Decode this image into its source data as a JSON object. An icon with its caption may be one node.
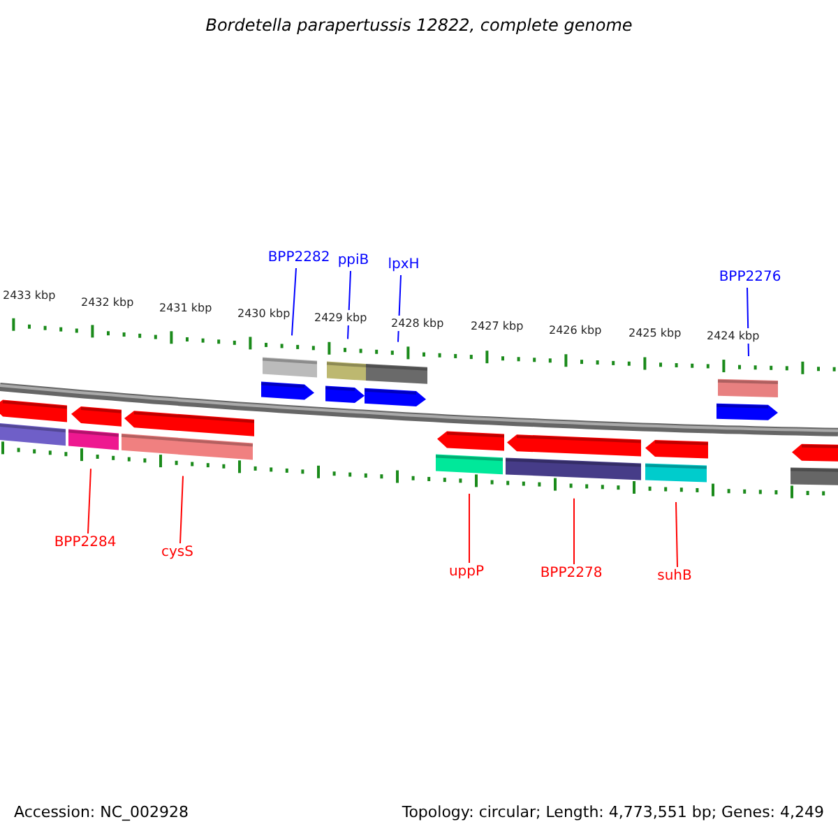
{
  "diagram": {
    "title": "Bordetella parapertussis 12822, complete genome",
    "nodes": [
      {
        "text": [
          "BPP2282"
        ]
      },
      {
        "text": [
          "ppiB"
        ]
      },
      {
        "text": [
          "lpxH"
        ]
      },
      {
        "text": [
          "BPP2276"
        ]
      },
      {
        "text": [
          "BPP2284"
        ]
      },
      {
        "text": [
          "cysS"
        ]
      },
      {
        "text": [
          "uppP"
        ]
      },
      {
        "text": [
          "BPP2278"
        ]
      },
      {
        "text": [
          "suhB"
        ]
      }
    ],
    "edges": [
      {
        "from": 0,
        "to": null,
        "arrow": "none",
        "color": "#0000ff"
      },
      {
        "from": 1,
        "to": null,
        "arrow": "none",
        "color": "#0000ff"
      },
      {
        "from": 2,
        "to": null,
        "arrow": "none",
        "color": "#0000ff"
      },
      {
        "from": 3,
        "to": null,
        "arrow": "none",
        "color": "#0000ff"
      },
      {
        "from": 4,
        "to": null,
        "arrow": "none"
      },
      {
        "from": 5,
        "to": null,
        "arrow": "none"
      },
      {
        "from": 6,
        "to": null,
        "arrow": "none"
      },
      {
        "from": 7,
        "to": null,
        "arrow": "none"
      },
      {
        "from": 8,
        "to": null,
        "arrow": "none"
      }
    ],
    "labels": [
      "2433 kbp",
      "2432 kbp",
      "2431 kbp",
      "2430 kbp",
      "2429 kbp",
      "2428 kbp",
      "2427 kbp",
      "2426 kbp",
      "2425 kbp",
      "2424 kbp",
      "Accession: NC_002928",
      "Topology: circular; Length: 4,773,551 bp; Genes: 4,249"
    ]
  }
}
